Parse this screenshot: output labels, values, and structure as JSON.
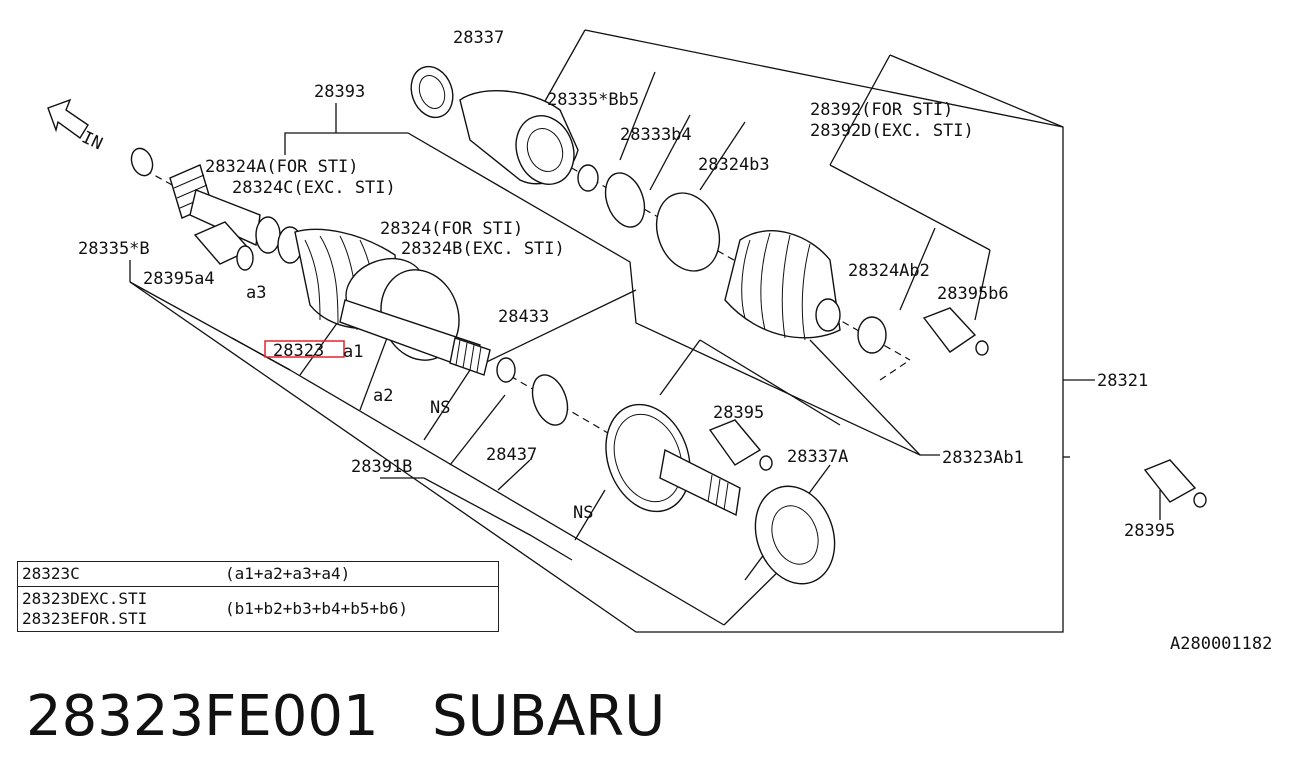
{
  "diagram": {
    "direction_label": "IN",
    "part_labels": {
      "p28337": "28337",
      "p28393": "28393",
      "p28335bb5": "28335*Bb5",
      "p28392_sti": "28392(FOR STI)",
      "p28392d": "28392D(EXC. STI)",
      "p28333b4": "28333b4",
      "p28324b3": "28324b3",
      "p28324a": "28324A(FOR STI)",
      "p28324c": "28324C(EXC. STI)",
      "p28324_sti": "28324(FOR STI)",
      "p28324b": "28324B(EXC. STI)",
      "p28335b": "28335*B",
      "p28395a4": "28395a4",
      "a3": "a3",
      "p28323_high": "28323",
      "a1": "a1",
      "p28433": "28433",
      "p28324ab2": "28324Ab2",
      "p28395b6": "28395b6",
      "p28321": "28321",
      "a2": "a2",
      "ns1": "NS",
      "p28395": "28395",
      "p28337a": "28337A",
      "p28391b": "28391B",
      "p28437": "28437",
      "p28323ab1": "28323Ab1",
      "ns2": "NS",
      "p28395_right": "28395"
    },
    "highlight_color": "#e8202a"
  },
  "legend": {
    "rows": [
      {
        "codes": [
          "28323C"
        ],
        "formula": "(a1+a2+a3+a4)"
      },
      {
        "codes": [
          "28323DEXC.STI",
          "28323EFOR.STI"
        ],
        "formula": "(b1+b2+b3+b4+b5+b6)"
      }
    ]
  },
  "reference_code": "A280001182",
  "footer": {
    "part_number": "28323FE001",
    "brand": "SUBARU"
  }
}
